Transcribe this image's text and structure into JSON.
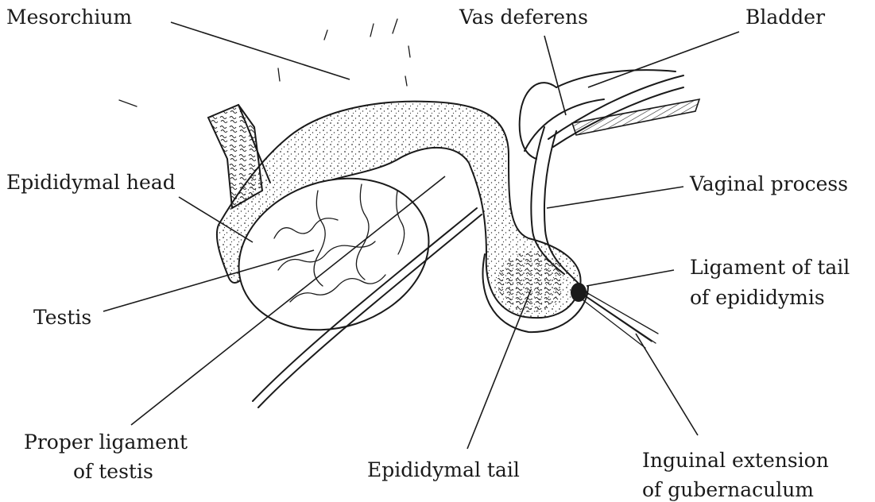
{
  "labels": {
    "mesorchium": "Mesorchium",
    "vas_deferens": "Vas deferens",
    "bladder": "Bladder",
    "epididymal_head": "Epididymal head",
    "vaginal_process": "Vaginal process",
    "ligament_tail_1": "Ligament of tail",
    "ligament_tail_2": "of epididymis",
    "testis": "Testis",
    "proper_ligament_1": "Proper ligament",
    "proper_ligament_2": "of testis",
    "epididymal_tail": "Epididymal tail",
    "inguinal_1": "Inguinal extension",
    "inguinal_2": "of gubernaculum"
  }
}
